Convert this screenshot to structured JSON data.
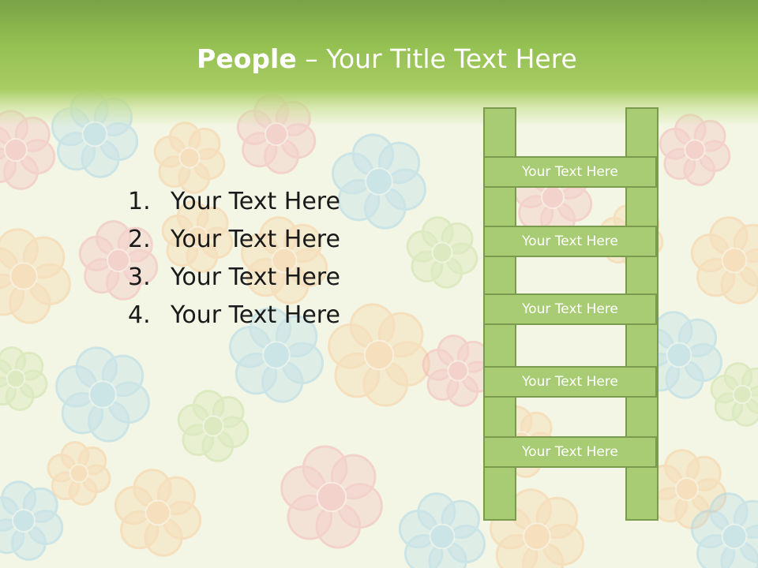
{
  "title": {
    "bold": "People",
    "rest": " – Your Title Text Here"
  },
  "list": [
    {
      "number": "1.",
      "text": "Your Text Here"
    },
    {
      "number": "2.",
      "text": "Your Text Here"
    },
    {
      "number": "3.",
      "text": "Your Text Here"
    },
    {
      "number": "4.",
      "text": "Your Text Here"
    }
  ],
  "ladder": {
    "rungs": [
      "Your Text Here",
      "Your Text Here",
      "Your Text Here",
      "Your Text Here",
      "Your Text Here"
    ],
    "fill_color": "#a8cc73",
    "border_color": "#7a9a4e"
  },
  "colors": {
    "header_green": "#94c052",
    "background": "#f3f6e4",
    "flower_pink": "#f4a8b0",
    "flower_blue": "#9cd0ea",
    "flower_orange": "#f8c48c",
    "flower_green": "#c4dc98"
  }
}
